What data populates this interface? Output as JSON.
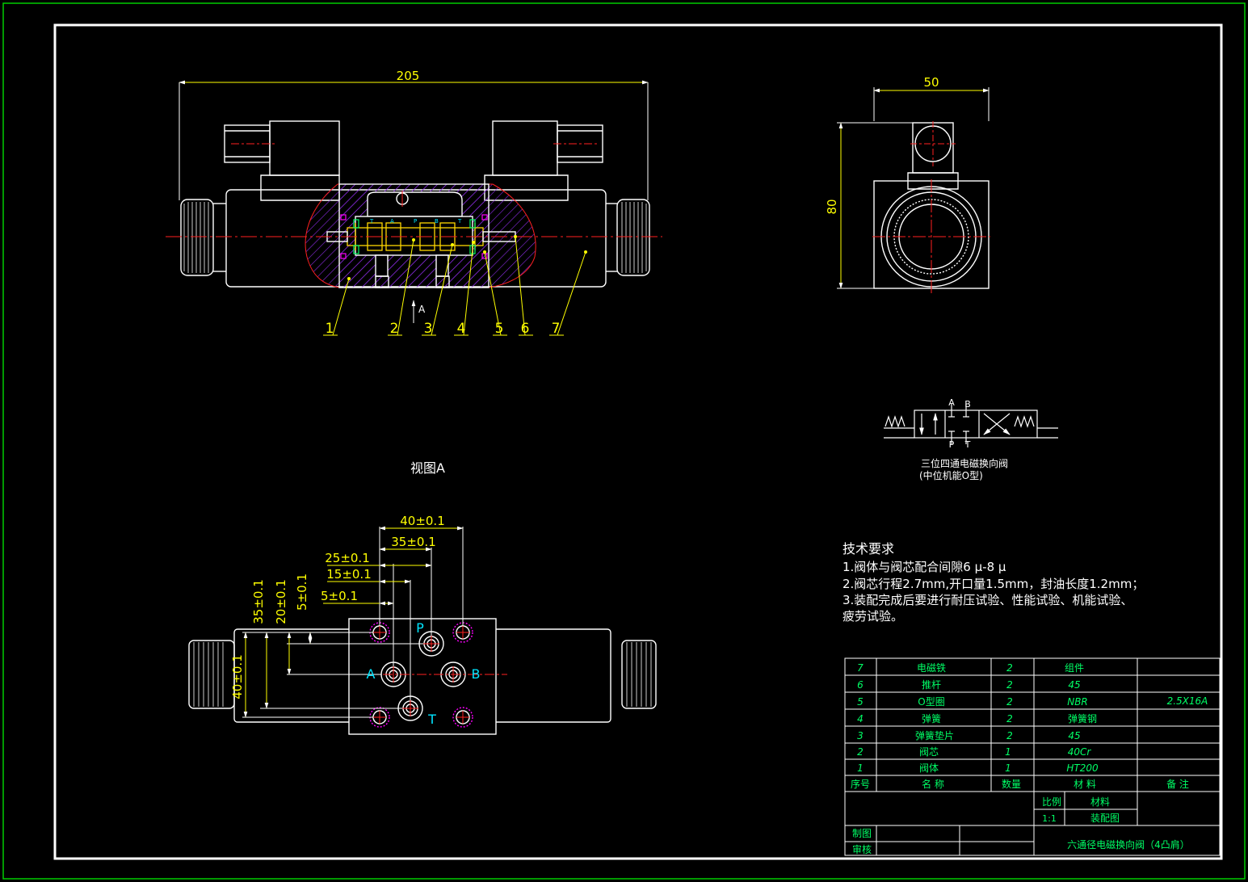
{
  "colors": {
    "background": "#000000",
    "frame_outer": "#00cc00",
    "frame_inner": "#ffffff",
    "outline": "#ffffff",
    "dimension": "#ffff00",
    "centerline": "#ff2020",
    "hatch": "#8a2be2",
    "spool": "#ffd700",
    "ports": "#00e5ff",
    "bolt": "#ff00ff",
    "table_text": "#00ff66",
    "table_lines": "#ffffff"
  },
  "front_view": {
    "overall_width": "205",
    "leaders": [
      "1",
      "2",
      "3",
      "4",
      "5",
      "6",
      "7"
    ],
    "view_arrow_label": "A"
  },
  "side_view": {
    "width": "50",
    "height": "80"
  },
  "symbol": {
    "port_top_left": "A",
    "port_top_right": "B",
    "port_bottom_left": "P",
    "port_bottom_right": "T",
    "caption_line1": "三位四通电磁换向阀",
    "caption_line2": "(中位机能O型)"
  },
  "view_a": {
    "title": "视图A",
    "dims_h": [
      "40±0.1",
      "35±0.1",
      "25±0.1",
      "15±0.1",
      "5±0.1"
    ],
    "dims_v": [
      "35±0.1",
      "20±0.1",
      "5±0.1",
      "40±0.1"
    ],
    "ports": [
      "P",
      "A",
      "B",
      "T"
    ]
  },
  "tech": {
    "heading": "技术要求",
    "line1": "1.阀体与阀芯配合间隙6 μ-8 μ",
    "line2": "2.阀芯行程2.7mm,开口量1.5mm，封油长度1.2mm；",
    "line3": "3.装配完成后要进行耐压试验、性能试验、机能试验、",
    "line4": "疲劳试验。"
  },
  "bom": {
    "rows": [
      {
        "no": "7",
        "name": "电磁铁",
        "qty": "2",
        "mat": "组件",
        "note": ""
      },
      {
        "no": "6",
        "name": "推杆",
        "qty": "2",
        "mat": "45",
        "note": ""
      },
      {
        "no": "5",
        "name": "O型圈",
        "qty": "2",
        "mat": "NBR",
        "note": "2.5X16A"
      },
      {
        "no": "4",
        "name": "弹簧",
        "qty": "2",
        "mat": "弹簧钢",
        "note": ""
      },
      {
        "no": "3",
        "name": "弹簧垫片",
        "qty": "2",
        "mat": "45",
        "note": ""
      },
      {
        "no": "2",
        "name": "阀芯",
        "qty": "1",
        "mat": "40Cr",
        "note": ""
      },
      {
        "no": "1",
        "name": "阀体",
        "qty": "1",
        "mat": "HT200",
        "note": ""
      }
    ],
    "header": {
      "no": "序号",
      "name": "名 称",
      "qty": "数量",
      "mat": "材 料",
      "note": "备 注"
    }
  },
  "title_block": {
    "scale_label": "比例",
    "material_label": "材料",
    "scale_value": "1:1",
    "drawing_type": "装配图",
    "drawn_by": "制图",
    "checked_by": "审核",
    "drawing_title": "六通径电磁换向阀（4凸肩）"
  }
}
